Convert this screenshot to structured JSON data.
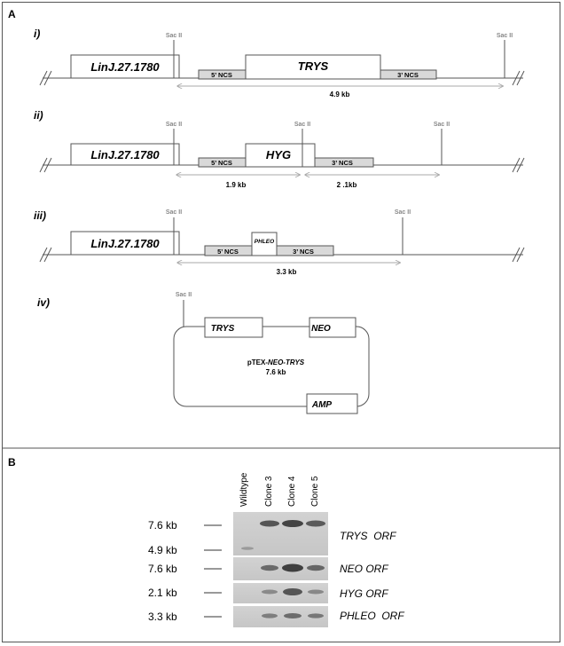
{
  "panel_a": {
    "label": "A",
    "restriction_site": "Sac II",
    "constructs": [
      {
        "roman": "i)",
        "gene": "LinJ.27.1780",
        "left_ncs": "5’ NCS",
        "insert": "TRYS",
        "right_ncs": "3’ NCS",
        "fragments": [
          "4.9 kb"
        ]
      },
      {
        "roman": "ii)",
        "gene": "LinJ.27.1780",
        "left_ncs": "5’ NCS",
        "insert": "HYG",
        "right_ncs": "3’ NCS",
        "fragments": [
          "1.9 kb",
          "2 .1kb"
        ]
      },
      {
        "roman": "iii)",
        "gene": "LinJ.27.1780",
        "left_ncs": "5’ NCS",
        "insert": "PHLEO",
        "right_ncs": "3’ NCS",
        "fragments": [
          "3.3 kb"
        ]
      }
    ],
    "plasmid": {
      "roman": "iv)",
      "genes": [
        "TRYS",
        "NEO",
        "AMP"
      ],
      "name_prefix": "pTEX-",
      "name_italic": "NEO-TRYS",
      "size": "7.6 kb"
    }
  },
  "panel_b": {
    "label": "B",
    "lanes": [
      "Wildtype",
      "Clone 3",
      "Clone 4",
      "Clone 5"
    ],
    "blots": [
      {
        "markers": [
          "7.6 kb",
          "4.9 kb"
        ],
        "probe": "TRYS  ORF"
      },
      {
        "markers": [
          "7.6 kb"
        ],
        "probe": "NEO ORF"
      },
      {
        "markers": [
          "2.1 kb"
        ],
        "probe": "HYG ORF"
      },
      {
        "markers": [
          "3.3 kb"
        ],
        "probe": "PHLEO  ORF"
      }
    ]
  }
}
